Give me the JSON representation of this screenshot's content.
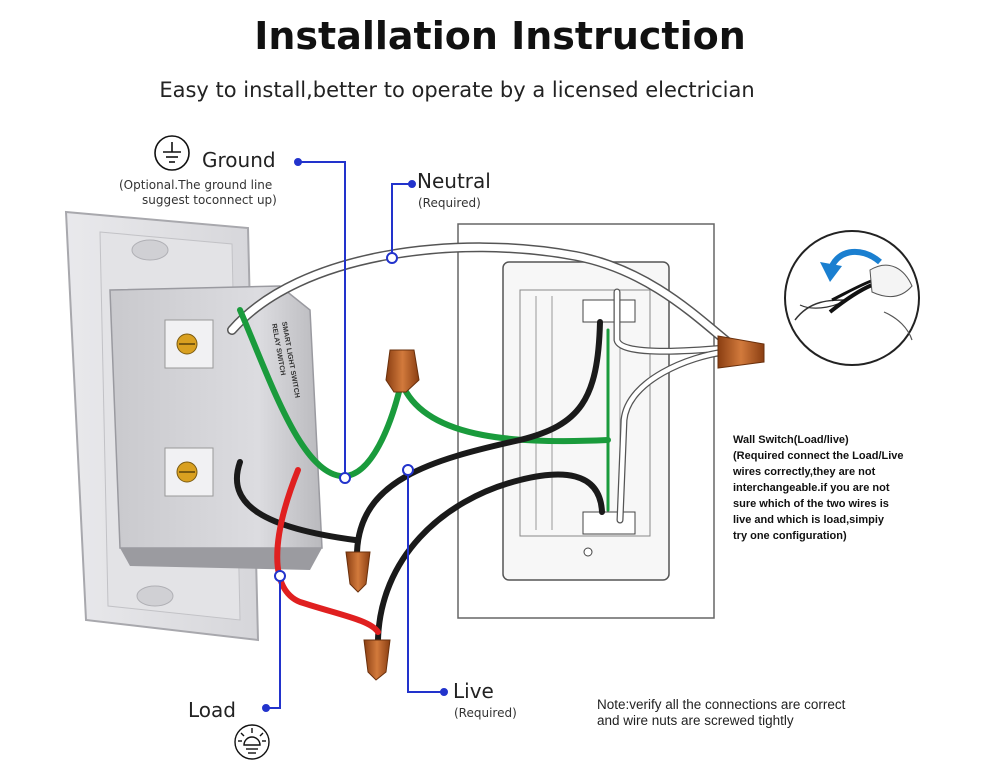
{
  "title": "Installation Instruction",
  "subtitle": "Easy to install,better to operate by a licensed electrician",
  "labels": {
    "ground": {
      "name": "Ground",
      "note_line1": "(Optional.The ground line",
      "note_line2": "suggest toconnect up)"
    },
    "neutral": {
      "name": "Neutral",
      "note": "(Required)"
    },
    "live": {
      "name": "Live",
      "note": "(Required)"
    },
    "load": {
      "name": "Load"
    }
  },
  "device_text": {
    "line1": "SMART LIGHT SWITCH",
    "line2": "RELAY SWITCH"
  },
  "wall_switch_note": {
    "line1": "Wall Switch(Load/live)",
    "line2": "(Required connect the Load/Live",
    "line3": "wires correctly,they are not",
    "line4": "interchangeable.if you are not",
    "line5": "sure which of the two wires is",
    "line6": "live and which is load,simpiy",
    "line7": "try one configuration)"
  },
  "footer_note": {
    "line1": "Note:verify all the connections are correct",
    "line2": "and wire nuts are screwed tightly"
  },
  "colors": {
    "ground_wire": "#1a9b3c",
    "neutral_wire": "#ffffff",
    "live_wire": "#1a1a1a",
    "load_wire": "#e02020",
    "leader_line": "#2233cc",
    "wire_nut": "#b85a22"
  },
  "icons": [
    "ground-symbol-icon",
    "light-bulb-icon",
    "twist-arrow-icon"
  ]
}
